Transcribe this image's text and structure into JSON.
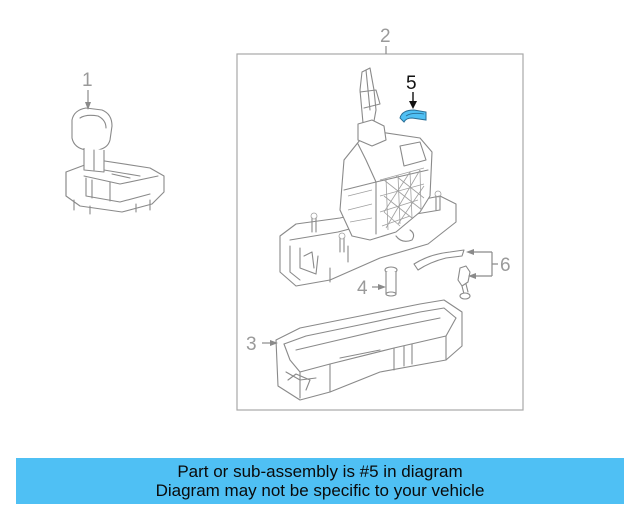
{
  "callouts": {
    "c1": "1",
    "c2": "2",
    "c3": "3",
    "c4": "4",
    "c5": "5",
    "c6": "6"
  },
  "highlight_color": "#4fc0f4",
  "banner": {
    "line1": "Part or sub-assembly is #5 in diagram",
    "line2": "Diagram may not be specific to your vehicle"
  }
}
